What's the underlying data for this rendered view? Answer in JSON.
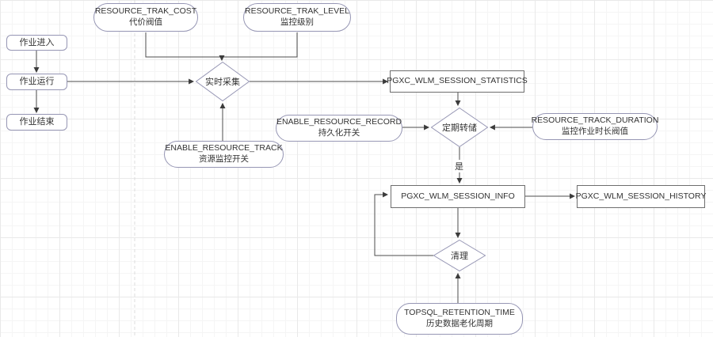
{
  "diagram": {
    "type": "flowchart",
    "colors": {
      "shape_border": "#9696b4",
      "process_border": "#6e6e6e",
      "connector": "#4d4d4d",
      "text": "#333333",
      "grid_minor": "#f5f5f5",
      "grid_major": "#e9e9e9",
      "background": "#ffffff"
    },
    "nodes": {
      "trak_cost": {
        "line1": "RESOURCE_TRAK_COST",
        "line2": "代价阀值"
      },
      "trak_level": {
        "line1": "RESOURCE_TRAK_LEVEL",
        "line2": "监控级别"
      },
      "job_enter": {
        "label": "作业进入"
      },
      "job_run": {
        "label": "作业运行"
      },
      "job_end": {
        "label": "作业结束"
      },
      "realtime_collect": {
        "label": "实时采集"
      },
      "session_statistics": {
        "label": "PGXC_WLM_SESSION_STATISTICS"
      },
      "enable_resource_record": {
        "line1": "ENABLE_RESOURCE_RECORD",
        "line2": "持久化开关"
      },
      "periodic_dump": {
        "label": "定期转储"
      },
      "track_duration": {
        "line1": "RESOURCE_TRACK_DURATION",
        "line2": "监控作业时长阀值"
      },
      "enable_resource_track": {
        "line1": "ENABLE_RESOURCE_TRACK",
        "line2": "资源监控开关"
      },
      "session_info": {
        "label": "PGXC_WLM_SESSION_INFO"
      },
      "session_history": {
        "label": "PGXC_WLM_SESSION_HISTORY"
      },
      "cleanup": {
        "label": "清理"
      },
      "retention_time": {
        "line1": "TOPSQL_RETENTION_TIME",
        "line2": "历史数据老化周期"
      }
    },
    "edge_labels": {
      "dump_condition": "是"
    }
  }
}
